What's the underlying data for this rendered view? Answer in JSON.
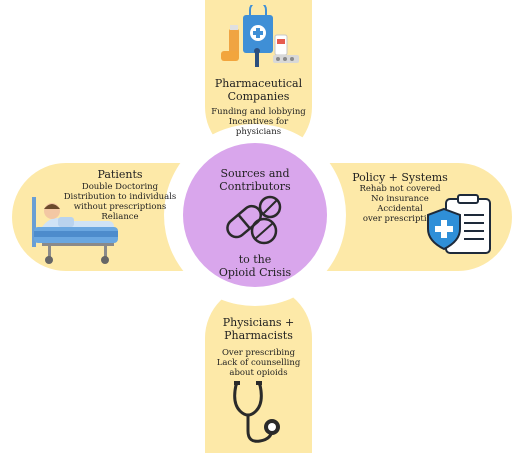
{
  "center": {
    "line1": "Sources and",
    "line2": "Contributors",
    "line3": "to the",
    "line4": "Opioid Crisis"
  },
  "pharma": {
    "title1": "Pharmaceutical",
    "title2": "Companies",
    "items": [
      "Funding and lobbying",
      "Incentives for physicians"
    ]
  },
  "patients": {
    "title": "Patients",
    "items": [
      "Double Doctoring",
      "Distribution to individuals",
      "without prescriptions",
      "Reliance"
    ]
  },
  "policy": {
    "title": "Policy + Systems",
    "items": [
      "Rehab not covered",
      "No insurance",
      "Accidental",
      "over prescription"
    ]
  },
  "physicians": {
    "title1": "Physicians +",
    "title2": "Pharmacists",
    "items": [
      "Over prescribing",
      "Lack of counselling",
      "about opioids"
    ]
  },
  "colors": {
    "arm_fill": "#fde9a8",
    "hub_fill": "#d9a6ec",
    "icon_blue": "#2f8fd8",
    "icon_dark": "#2a2a2a"
  },
  "icons": [
    "pharmacy-bag-icon",
    "hospital-bed-icon",
    "medical-shield-clipboard-icon",
    "pills-icon",
    "stethoscope-icon"
  ]
}
